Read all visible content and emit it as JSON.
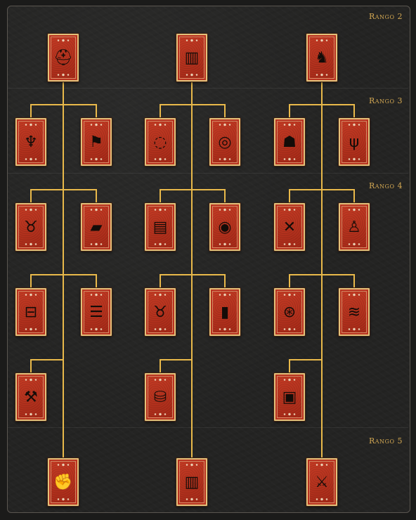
{
  "ranks": [
    {
      "label": "Rango 2"
    },
    {
      "label": "Rango 3"
    },
    {
      "label": "Rango 4"
    },
    {
      "label": "Rango 5"
    }
  ],
  "cards": [
    {
      "id": "c1-r2",
      "icon": "helmet-icon",
      "glyph": "⛑"
    },
    {
      "id": "c2-r2",
      "icon": "standard-banner-icon",
      "glyph": "▥"
    },
    {
      "id": "c3-r2",
      "icon": "pegasus-icon",
      "glyph": "♞"
    },
    {
      "id": "c1-r3a",
      "icon": "eagle-standard-icon",
      "glyph": "♆"
    },
    {
      "id": "c1-r3b",
      "icon": "signal-flag-icon",
      "glyph": "⚑"
    },
    {
      "id": "c2-r3a",
      "icon": "war-horn-icon",
      "glyph": "◌"
    },
    {
      "id": "c2-r3b",
      "icon": "coiled-horn-icon",
      "glyph": "◎"
    },
    {
      "id": "c3-r3a",
      "icon": "crested-helmet-icon",
      "glyph": "☗"
    },
    {
      "id": "c3-r3b",
      "icon": "trident-icon",
      "glyph": "ψ"
    },
    {
      "id": "c1-r4a",
      "icon": "bull-head-icon",
      "glyph": "♉"
    },
    {
      "id": "c1-r4b",
      "icon": "ship-ram-icon",
      "glyph": "▰"
    },
    {
      "id": "c2-r4a",
      "icon": "scroll-coins-icon",
      "glyph": "▤"
    },
    {
      "id": "c2-r4b",
      "icon": "eye-icon",
      "glyph": "◉"
    },
    {
      "id": "c3-r4a",
      "icon": "crossed-spears-icon",
      "glyph": "✕"
    },
    {
      "id": "c3-r4b",
      "icon": "orator-icon",
      "glyph": "♙"
    },
    {
      "id": "c1-r4c",
      "icon": "shield-spear-icon",
      "glyph": "⊟"
    },
    {
      "id": "c1-r4d",
      "icon": "stacked-helmets-icon",
      "glyph": "☰"
    },
    {
      "id": "c2-r4c",
      "icon": "ox-icon",
      "glyph": "♉"
    },
    {
      "id": "c2-r4d",
      "icon": "siege-tower-icon",
      "glyph": "▮"
    },
    {
      "id": "c3-r4c",
      "icon": "round-shield-icon",
      "glyph": "⊛"
    },
    {
      "id": "c3-r4d",
      "icon": "whip-icon",
      "glyph": "≋"
    },
    {
      "id": "c1-r4e",
      "icon": "anvil-hammer-icon",
      "glyph": "⚒"
    },
    {
      "id": "c2-r4e",
      "icon": "coin-sacks-icon",
      "glyph": "⛁"
    },
    {
      "id": "c3-r4e",
      "icon": "treasure-chest-icon",
      "glyph": "▣"
    },
    {
      "id": "c1-r5",
      "icon": "armored-arm-icon",
      "glyph": "✊"
    },
    {
      "id": "c2-r5",
      "icon": "grand-banner-icon",
      "glyph": "▥"
    },
    {
      "id": "c3-r5",
      "icon": "crossed-swords-icon",
      "glyph": "⚔"
    }
  ]
}
